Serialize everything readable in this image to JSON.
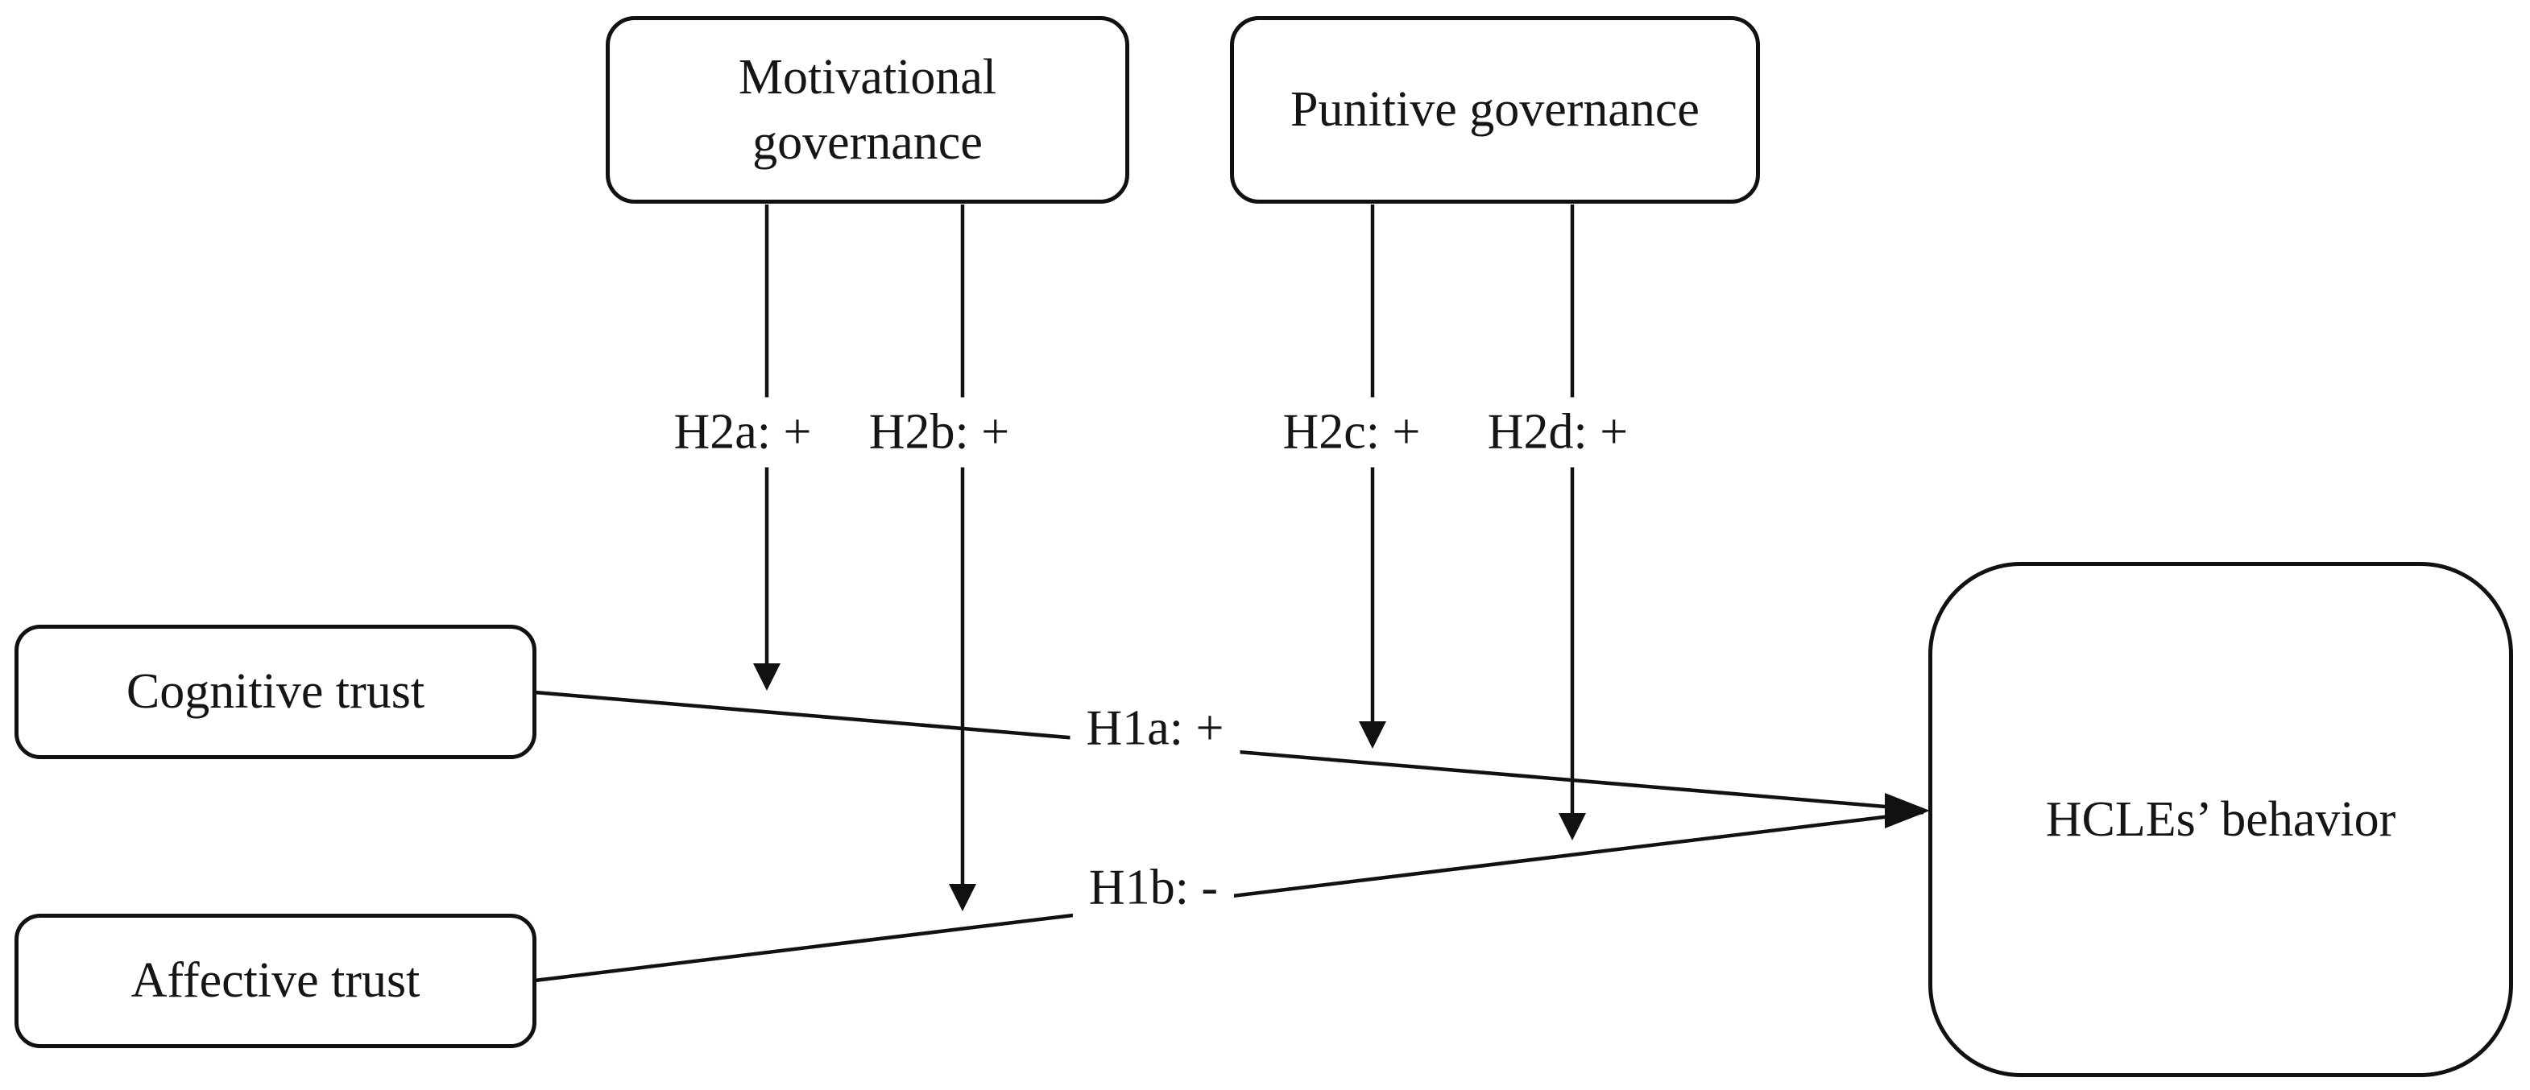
{
  "figure": {
    "description": "Conceptual research model diagram",
    "colors": {
      "background": "#ffffff",
      "stroke": "#111111",
      "text": "#151515"
    }
  },
  "nodes": {
    "motivational": {
      "line1": "Motivational",
      "line2": "governance"
    },
    "punitive": {
      "label": "Punitive governance"
    },
    "cognitive": {
      "label": "Cognitive trust"
    },
    "affective": {
      "label": "Affective trust"
    },
    "hcles": {
      "label": "HCLEs’ behavior"
    }
  },
  "edges": {
    "h1a": {
      "label": "H1a: +"
    },
    "h1b": {
      "label": "H1b: -"
    },
    "h2a": {
      "label": "H2a: +"
    },
    "h2b": {
      "label": "H2b: +"
    },
    "h2c": {
      "label": "H2c: +"
    },
    "h2d": {
      "label": "H2d: +"
    }
  }
}
